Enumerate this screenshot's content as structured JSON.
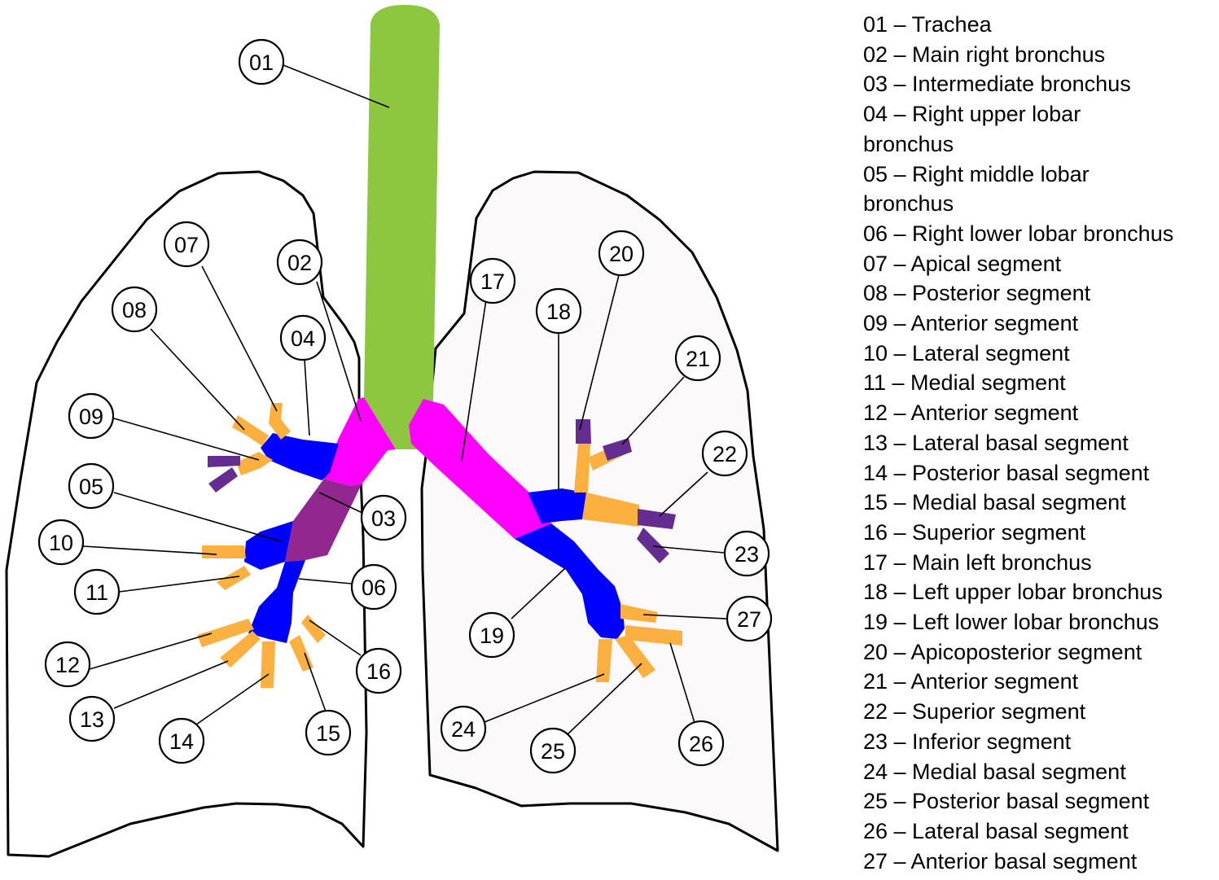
{
  "colors": {
    "trachea": "#8dc63f",
    "main_bronchus": "#ff00ff",
    "intermediate_bronchus": "#92278f",
    "lobar_bronchus": "#0000ff",
    "segment_orange": "#fbb040",
    "segment_purple": "#662d91",
    "lung_left_fill": "#ffffff",
    "lung_right_fill": "#fcf9fb",
    "outline": "#000000"
  },
  "markers": [
    {
      "id": "marker-01",
      "label": "01"
    },
    {
      "id": "marker-02",
      "label": "02"
    },
    {
      "id": "marker-03",
      "label": "03"
    },
    {
      "id": "marker-04",
      "label": "04"
    },
    {
      "id": "marker-05",
      "label": "05"
    },
    {
      "id": "marker-06",
      "label": "06"
    },
    {
      "id": "marker-07",
      "label": "07"
    },
    {
      "id": "marker-08",
      "label": "08"
    },
    {
      "id": "marker-09",
      "label": "09"
    },
    {
      "id": "marker-10",
      "label": "10"
    },
    {
      "id": "marker-11",
      "label": "11"
    },
    {
      "id": "marker-12",
      "label": "12"
    },
    {
      "id": "marker-13",
      "label": "13"
    },
    {
      "id": "marker-14",
      "label": "14"
    },
    {
      "id": "marker-15",
      "label": "15"
    },
    {
      "id": "marker-16",
      "label": "16"
    },
    {
      "id": "marker-17",
      "label": "17"
    },
    {
      "id": "marker-18",
      "label": "18"
    },
    {
      "id": "marker-19",
      "label": "19"
    },
    {
      "id": "marker-20",
      "label": "20"
    },
    {
      "id": "marker-21",
      "label": "21"
    },
    {
      "id": "marker-22",
      "label": "22"
    },
    {
      "id": "marker-23",
      "label": "23"
    },
    {
      "id": "marker-24",
      "label": "24"
    },
    {
      "id": "marker-25",
      "label": "25"
    },
    {
      "id": "marker-26",
      "label": "26"
    },
    {
      "id": "marker-27",
      "label": "27"
    }
  ],
  "legend": [
    "01 – Trachea",
    "02 – Main right bronchus",
    "03 – Intermediate bronchus",
    "04 – Right upper lobar",
    "bronchus",
    "05 – Right middle lobar",
    "bronchus",
    "06 – Right lower lobar bronchus",
    "07 – Apical segment",
    "08 – Posterior segment",
    "09 – Anterior segment",
    "10 – Lateral segment",
    "11 – Medial segment",
    "12 – Anterior segment",
    "13 – Lateral basal segment",
    "14 – Posterior basal segment",
    "15 – Medial basal segment",
    "16 – Superior segment",
    "17 – Main left bronchus",
    "18 – Left upper lobar bronchus",
    "19 – Left lower lobar bronchus",
    "20 – Apicoposterior segment",
    "21 – Anterior segment",
    "22 – Superior segment",
    "23 – Inferior segment",
    "24 – Medial basal segment",
    "25 – Posterior basal segment",
    "26 – Lateral basal segment",
    "27 – Anterior basal segment"
  ]
}
